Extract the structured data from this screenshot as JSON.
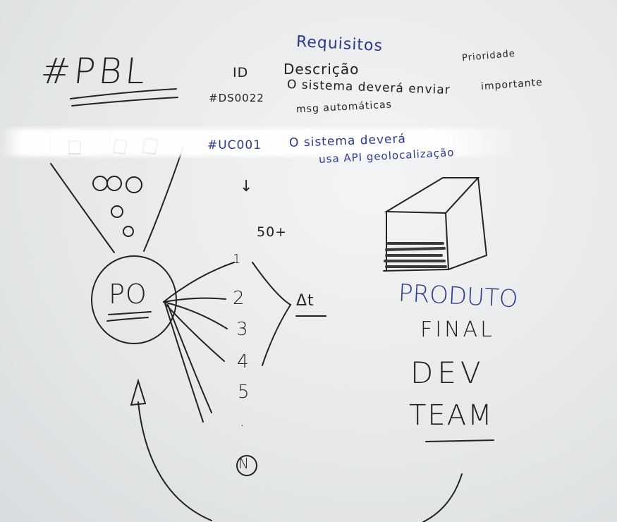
{
  "board": {
    "title": "#PBL",
    "requirements_title": "Requisitos",
    "columns": {
      "id": "ID",
      "description": "Descrição",
      "priority": "Prioridade"
    },
    "rows": [
      {
        "id": "#DS0022",
        "description": "O sistema deverá enviar",
        "description_line2": "msg automáticas",
        "priority": "importante"
      },
      {
        "id": "#UC001",
        "description": "O sistema deverá",
        "description_line2": "usa API geolocalização",
        "priority": ""
      }
    ],
    "arrow": "↓",
    "sprint_label": "50+",
    "backlog_items": [
      "1",
      "2",
      "3",
      "4",
      "5",
      ".",
      "N"
    ],
    "delta_label": "Δt",
    "po_label": "PO",
    "product_label": "PRODUTO",
    "final_label": "FINAL",
    "dev_label": "DEV",
    "team_label": "TEAM",
    "colors": {
      "marker_black": "#1f1f22",
      "marker_blue": "#2e3a86",
      "board": "#e7e9ea"
    }
  }
}
